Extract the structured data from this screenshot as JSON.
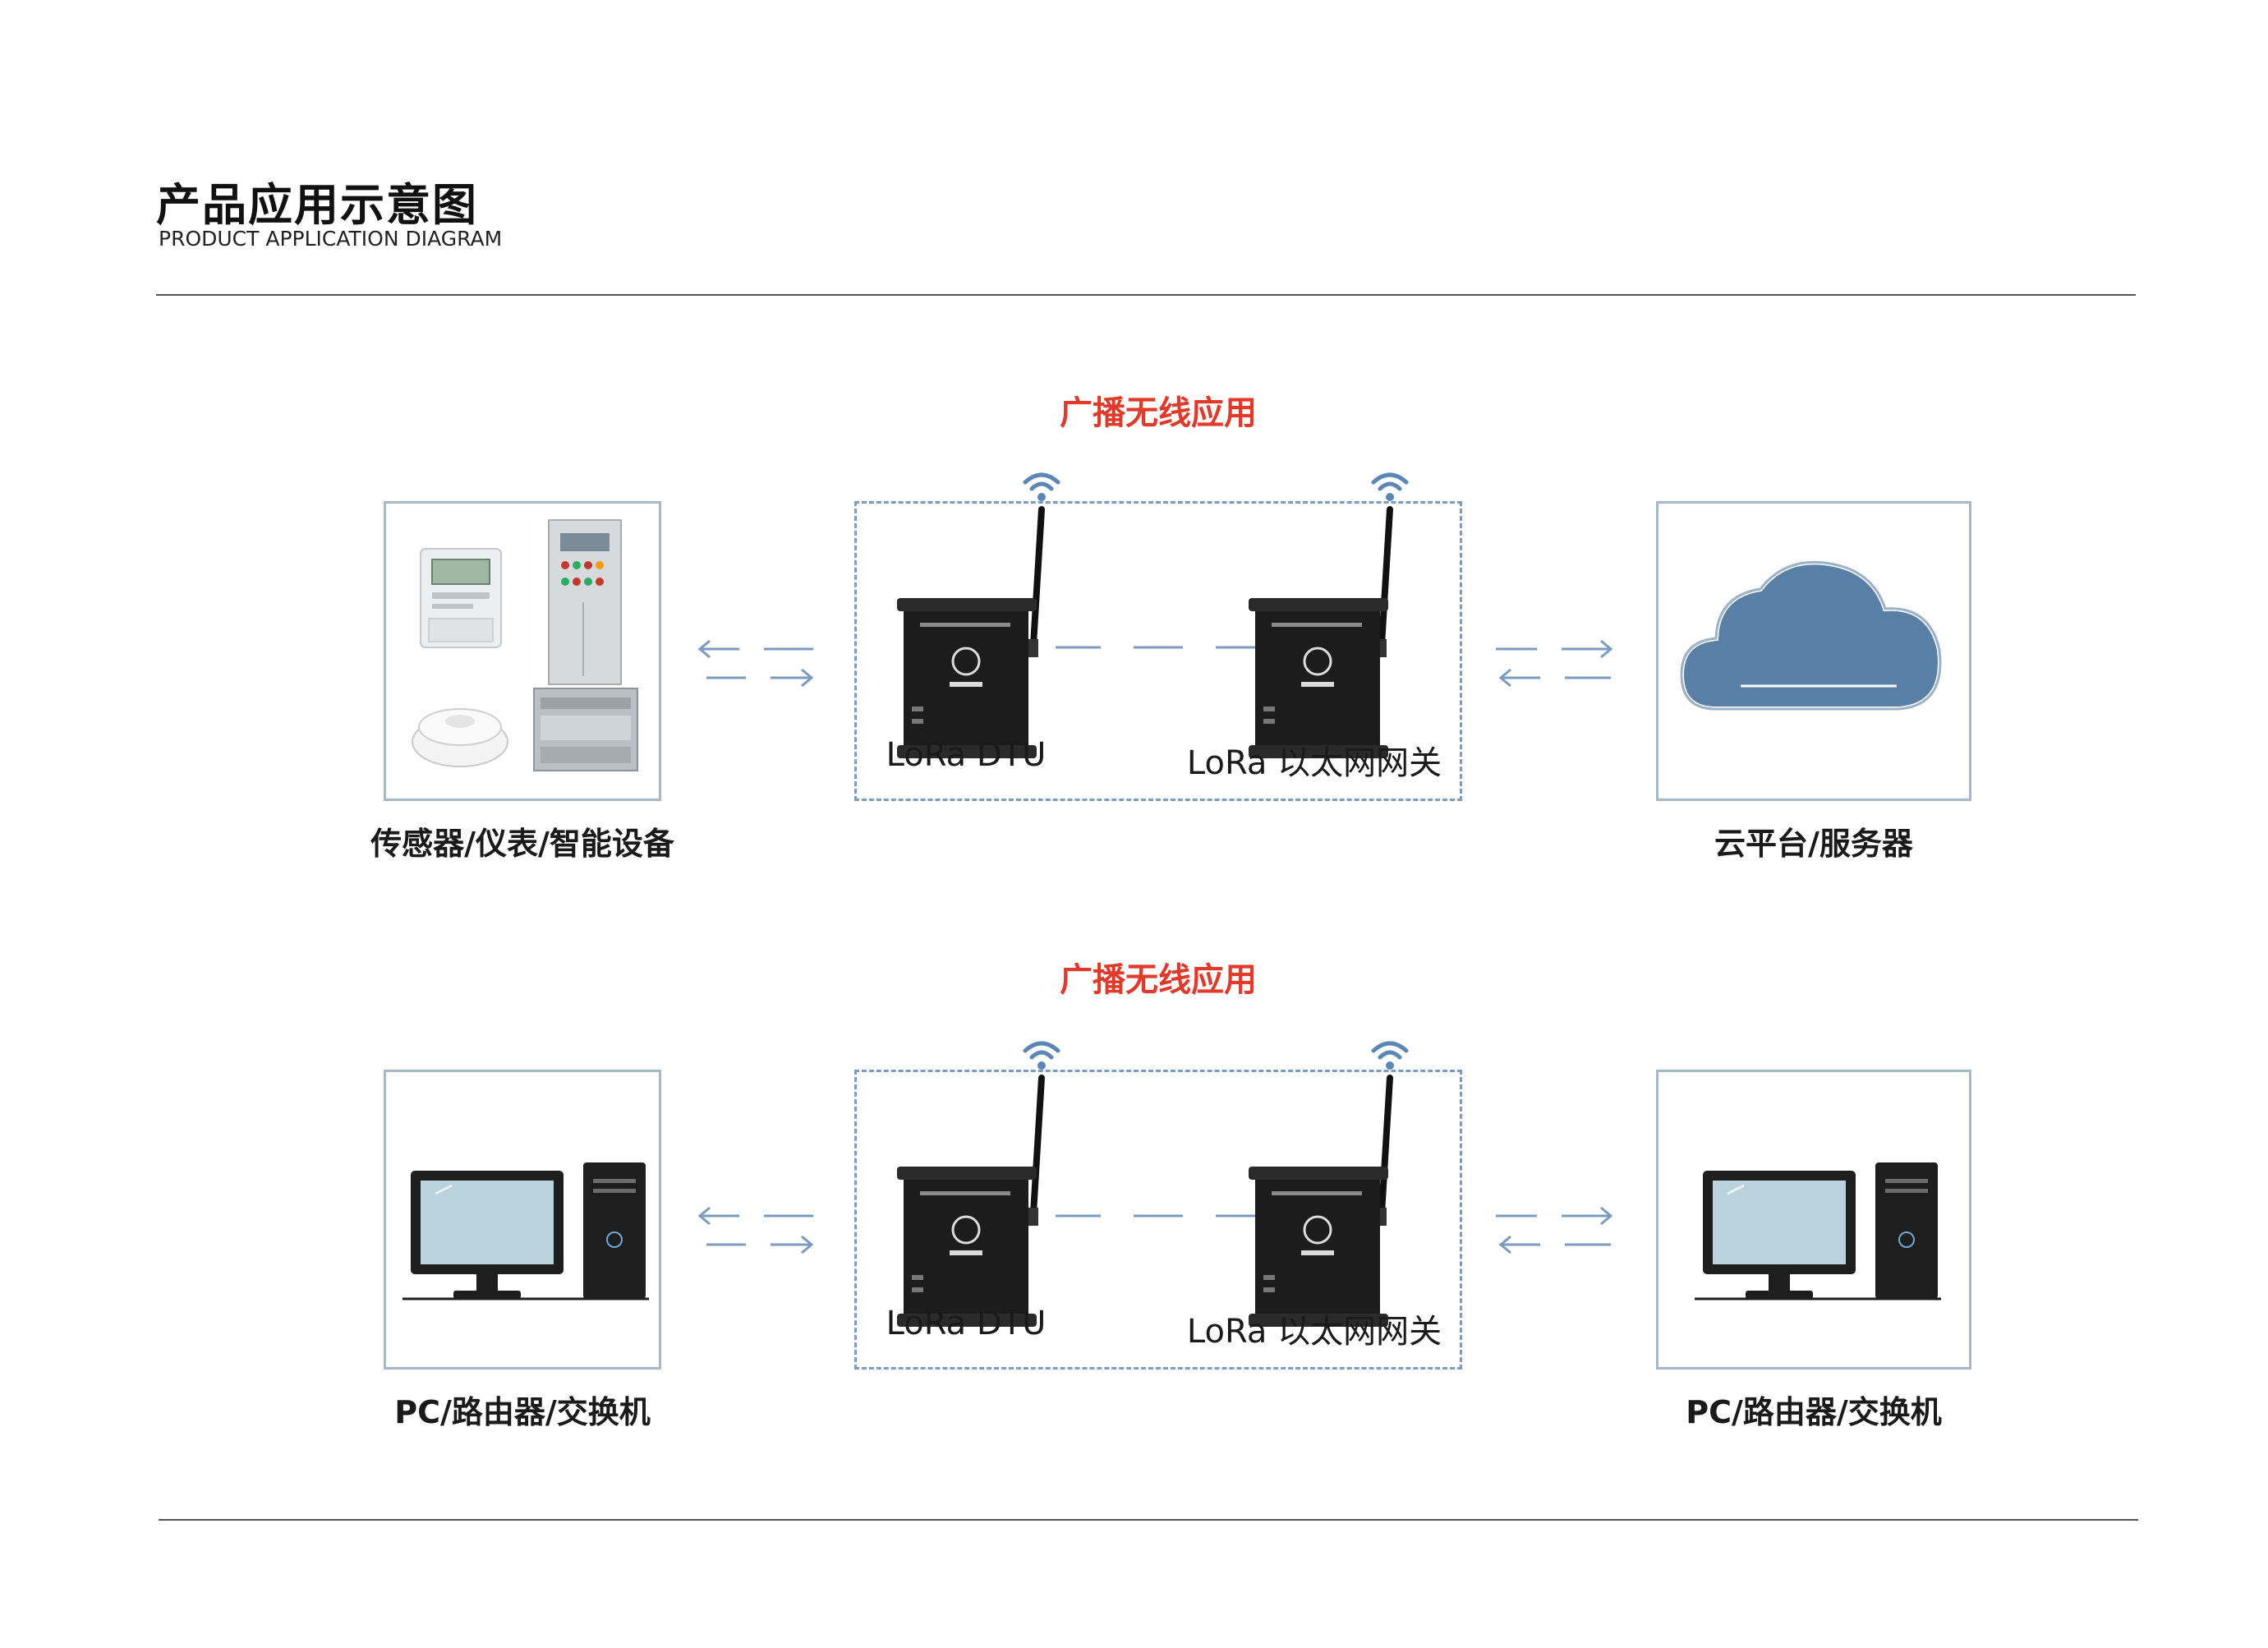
{
  "header": {
    "title_cn": "产品应用示意图",
    "title_en": "PRODUCT APPLICATION DIAGRAM"
  },
  "diagram1": {
    "title": "广播无线应用",
    "left_caption": "传感器/仪表/智能设备",
    "right_caption": "云平台/服务器",
    "device_a_label": "LoRa DTU",
    "device_b_label": "LoRa 以太网网关"
  },
  "diagram2": {
    "title": "广播无线应用",
    "left_caption": "PC/路由器/交换机",
    "right_caption": "PC/路由器/交换机",
    "device_a_label": "LoRa DTU",
    "device_b_label": "LoRa 以太网网关"
  },
  "colors": {
    "accent_red": "#e03a2b",
    "dash_blue": "#7b9cc0",
    "wifi_blue": "#5b86b8",
    "cloud_blue": "#5a7fa6",
    "panel_border": "#a8b8c8"
  }
}
